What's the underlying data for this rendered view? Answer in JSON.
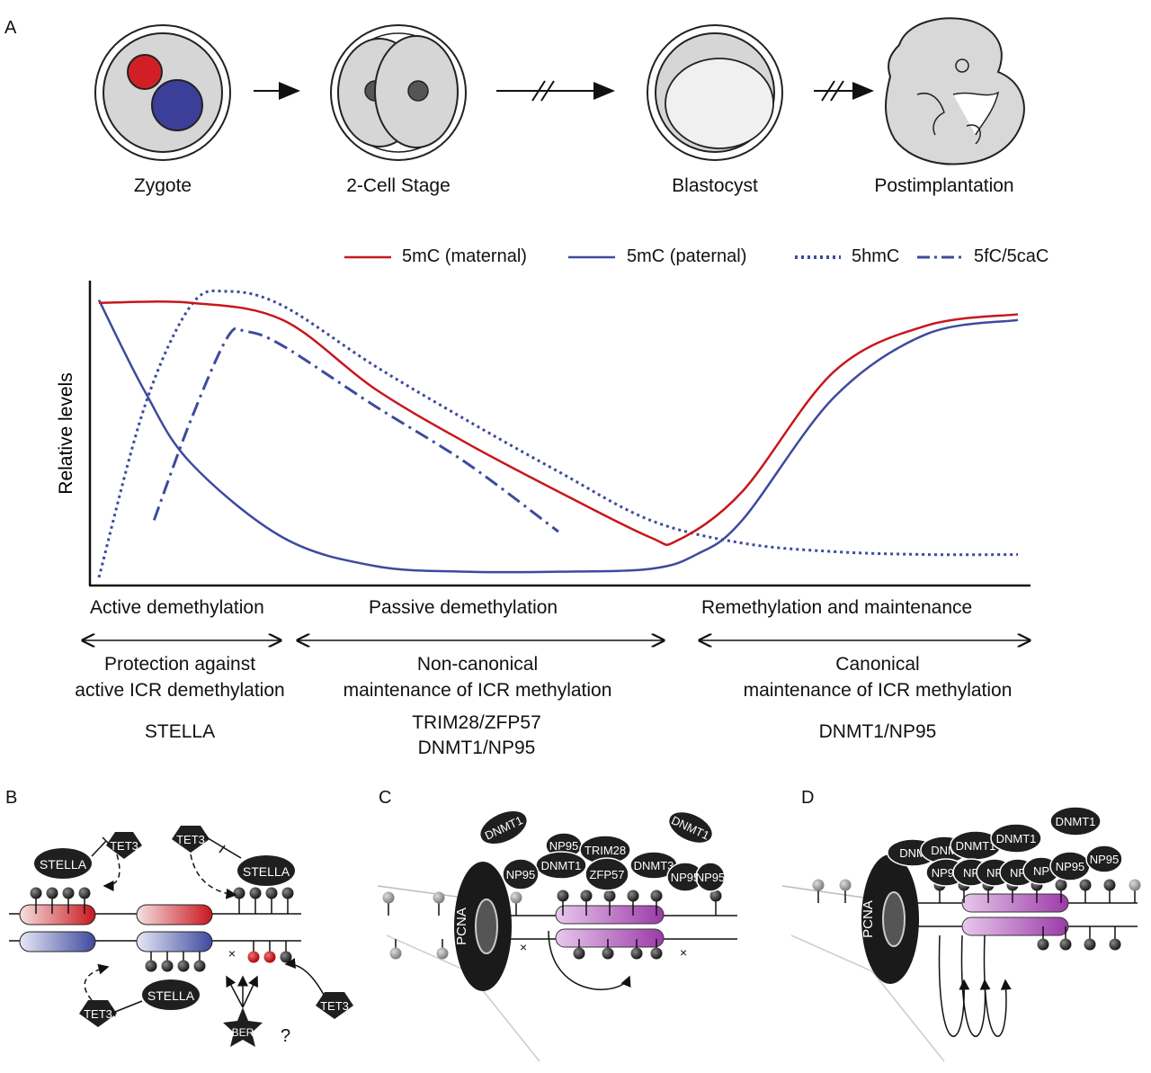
{
  "panels": {
    "a": "A",
    "b": "B",
    "c": "C",
    "d": "D"
  },
  "stages": [
    "Zygote",
    "2-Cell Stage",
    "Blastocyst",
    "Postimplantation"
  ],
  "legend": {
    "maternal": "5mC (maternal)",
    "paternal": "5mC (paternal)",
    "hmc": "5hmC",
    "fc": "5fC/5caC"
  },
  "chart_data": {
    "type": "line",
    "ylabel": "Relative levels",
    "xlabel": "",
    "colors": {
      "maternal": "#c8161d",
      "paternal": "#3d4a9e"
    },
    "series": [
      {
        "name": "5mC (maternal)",
        "style": "solid",
        "color": "#c8161d",
        "x": [
          0,
          0.1,
          0.2,
          0.3,
          0.4,
          0.5,
          0.6,
          0.63,
          0.7,
          0.8,
          0.9,
          1.0
        ],
        "y": [
          0.96,
          0.96,
          0.9,
          0.66,
          0.47,
          0.3,
          0.14,
          0.13,
          0.3,
          0.72,
          0.88,
          0.92
        ]
      },
      {
        "name": "5mC (paternal)",
        "style": "solid",
        "color": "#3d4a9e",
        "x": [
          0,
          0.05,
          0.1,
          0.2,
          0.3,
          0.4,
          0.5,
          0.6,
          0.65,
          0.7,
          0.8,
          0.9,
          1.0
        ],
        "y": [
          0.97,
          0.65,
          0.4,
          0.14,
          0.04,
          0.02,
          0.02,
          0.03,
          0.08,
          0.2,
          0.63,
          0.85,
          0.9
        ]
      },
      {
        "name": "5hmC",
        "style": "dotted",
        "color": "#3d4a9e",
        "x": [
          0,
          0.05,
          0.1,
          0.14,
          0.2,
          0.3,
          0.4,
          0.5,
          0.6,
          0.7,
          0.8,
          0.9,
          1.0
        ],
        "y": [
          0.0,
          0.6,
          0.95,
          1.0,
          0.95,
          0.74,
          0.55,
          0.37,
          0.2,
          0.12,
          0.09,
          0.08,
          0.08
        ]
      },
      {
        "name": "5fC/5caC",
        "style": "dash-dot",
        "color": "#3d4a9e",
        "x": [
          0.06,
          0.1,
          0.14,
          0.16,
          0.2,
          0.3,
          0.4,
          0.5
        ],
        "y": [
          0.2,
          0.55,
          0.84,
          0.86,
          0.81,
          0.6,
          0.4,
          0.16
        ]
      }
    ]
  },
  "phases": {
    "active": "Active demethylation",
    "passive": "Passive demethylation",
    "remethylation": "Remethylation and maintenance"
  },
  "phase_desc": {
    "active": [
      "Protection against",
      "active ICR demethylation"
    ],
    "noncanonical": [
      "Non-canonical",
      "maintenance of ICR methylation"
    ],
    "canonical": [
      "Canonical",
      "maintenance of ICR methylation"
    ]
  },
  "factors": {
    "active": "STELLA",
    "noncanonical": [
      "TRIM28/ZFP57",
      "DNMT1/NP95"
    ],
    "canonical": "DNMT1/NP95"
  },
  "panel_b": {
    "stella": "STELLA",
    "tet3": "TET3",
    "ber": "BER",
    "question": "?"
  },
  "panel_c": {
    "pcna": "PCNA",
    "dnmt1": "DNMT1",
    "np95": "NP95",
    "trim28": "TRIM28",
    "zfp57": "ZFP57",
    "dnmt3": "DNMT3",
    "np95_partial": "NP95"
  },
  "panel_d": {
    "pcna": "PCNA",
    "dnmt1": "DNMT1",
    "dnm_partial": "DNM",
    "np95": "NP95",
    "np_partial": "NP"
  }
}
